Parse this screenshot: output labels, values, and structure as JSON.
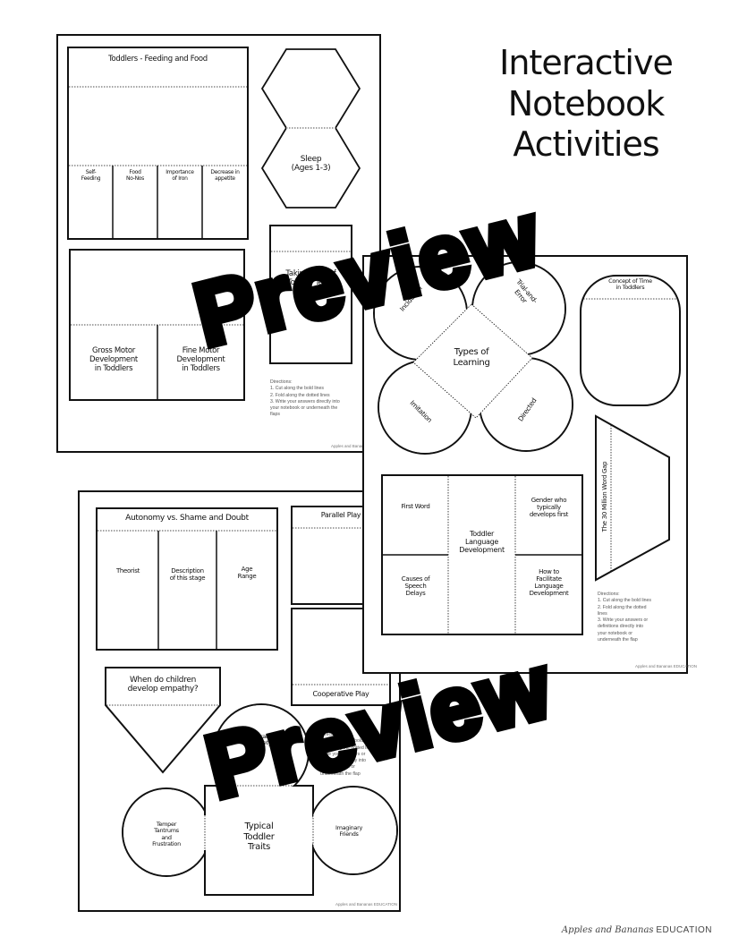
{
  "heading": {
    "title": "Interactive\nNotebook\nActivities"
  },
  "brand": {
    "name": "Apples and Bananas",
    "suffix": "EDUCATION"
  },
  "watermark": "Preview",
  "page1": {
    "feeding": {
      "title": "Toddlers - Feeding and Food",
      "flaps": [
        "Self-\nFeeding",
        "Food\nNo-Nos",
        "Importance\nof Iron",
        "Decrease in\nappetite"
      ]
    },
    "sleep": "Sleep\n(Ages 1-3)",
    "teeth": "Taking Care of\nToddler Teeth",
    "motor": [
      "Gross Motor\nDevelopment\nin Toddlers",
      "Fine Motor\nDevelopment\nin Toddlers"
    ],
    "directions": "Directions:\n1.      Cut along the bold lines\n2.      Fold along the dotted  lines\n3.      Write your answers directly into\n          your notebook  or underneath the\n          flaps",
    "footer": "Apples and Bananas EDUCATION"
  },
  "page2": {
    "flower": {
      "center": "Types of\nLearning",
      "petals": [
        "Incidental",
        "Trial-and-\nError",
        "Imitation",
        "Directed"
      ]
    },
    "time": "Concept of Time\nin Toddlers",
    "wordgap": "The 30 Million Word Gap",
    "language": {
      "center": "Toddler\nLanguage\nDevelopment",
      "cells": [
        "First Word",
        "Gender who\ntypically\ndevelops first",
        "Causes of\nSpeech\nDelays",
        "How to\nFacilitate\nLanguage\nDevelopment"
      ]
    },
    "directions": "Directions:\n1.      Cut along the bold lines\n2.      Fold along the dotted\n          lines\n3.      Write your answers or\n          definitions directly into\n          your notebook or\n          underneath the flap",
    "footer": "Apples and Bananas EDUCATION"
  },
  "page3": {
    "autonomy": {
      "title": "Autonomy vs. Shame and Doubt",
      "columns": [
        "Theorist",
        "Description\nof this stage",
        "Age\nRange"
      ]
    },
    "parallel": "Parallel Play",
    "cooperative": "Cooperative Play",
    "empathy": "When do children\ndevelop empathy?",
    "traits": {
      "center": "Typical\nToddler\nTraits",
      "top": "Separation\nAnxiety",
      "left": "Temper\nTantrums\nand\nFrustration",
      "right": "Imaginary\nFriends"
    },
    "directions": "Directions:\n1.      Cut along the bold lines\n          Fold along the dotted lines\n          Write your answers or\n          definitions directly into\n          your notebook or\n          underneath the flap",
    "footer": "Apples and Bananas EDUCATION"
  }
}
